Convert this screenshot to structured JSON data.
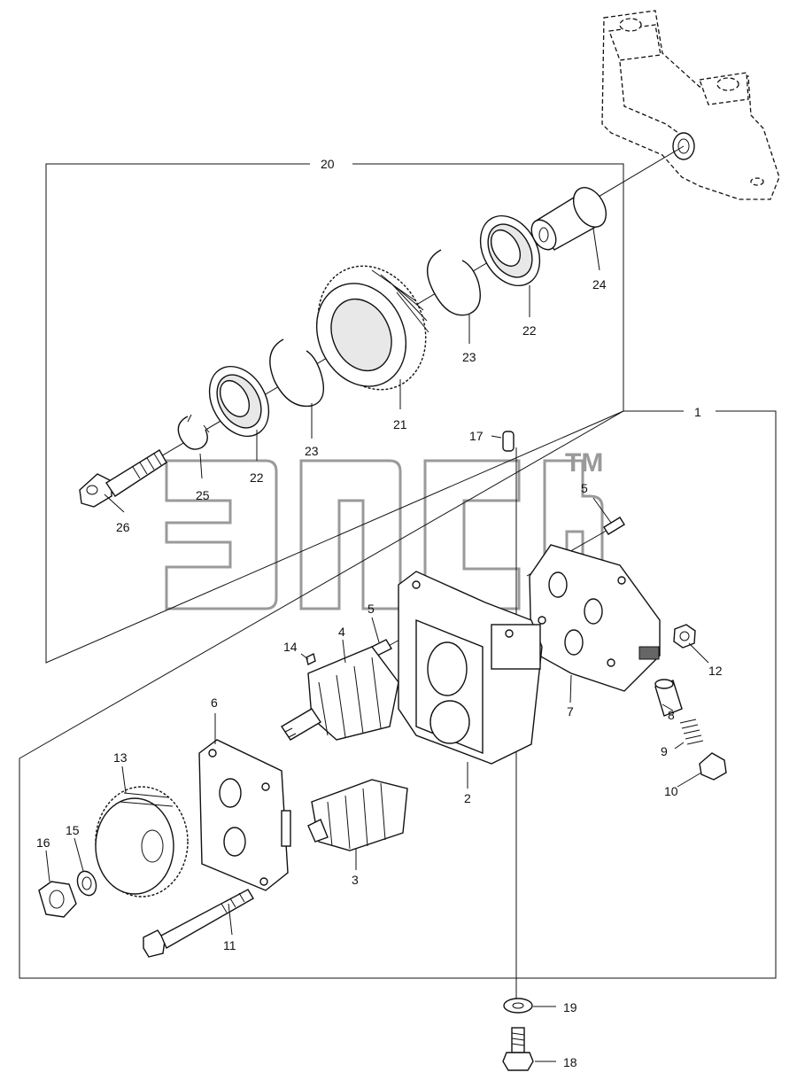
{
  "watermark": {
    "text": "TM"
  },
  "group_labels": {
    "group_20": "20",
    "group_1": "1"
  },
  "callouts": [
    {
      "id": "c26",
      "text": "26"
    },
    {
      "id": "c25",
      "text": "25"
    },
    {
      "id": "c22a",
      "text": "22"
    },
    {
      "id": "c23a",
      "text": "23"
    },
    {
      "id": "c21",
      "text": "21"
    },
    {
      "id": "c23b",
      "text": "23"
    },
    {
      "id": "c22b",
      "text": "22"
    },
    {
      "id": "c24",
      "text": "24"
    },
    {
      "id": "c17",
      "text": "17"
    },
    {
      "id": "c5a",
      "text": "5"
    },
    {
      "id": "c5b",
      "text": "5"
    },
    {
      "id": "c14",
      "text": "14"
    },
    {
      "id": "c4",
      "text": "4"
    },
    {
      "id": "c12",
      "text": "12"
    },
    {
      "id": "c7",
      "text": "7"
    },
    {
      "id": "c8",
      "text": "8"
    },
    {
      "id": "c9",
      "text": "9"
    },
    {
      "id": "c10",
      "text": "10"
    },
    {
      "id": "c6",
      "text": "6"
    },
    {
      "id": "c2",
      "text": "2"
    },
    {
      "id": "c13",
      "text": "13"
    },
    {
      "id": "c16",
      "text": "16"
    },
    {
      "id": "c15",
      "text": "15"
    },
    {
      "id": "c3",
      "text": "3"
    },
    {
      "id": "c11",
      "text": "11"
    },
    {
      "id": "c19",
      "text": "19"
    },
    {
      "id": "c18",
      "text": "18"
    }
  ]
}
